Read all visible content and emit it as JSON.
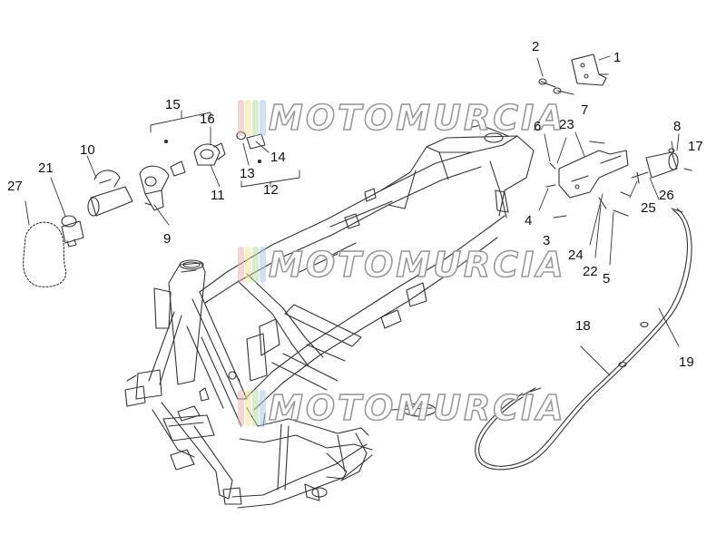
{
  "watermark": {
    "text": "MOTOMURCIA",
    "colors": [
      "#e8b4b4",
      "#f2e49a",
      "#b9dca0",
      "#aac8ea"
    ]
  },
  "callouts": {
    "c1": "1",
    "c2": "2",
    "c3": "3",
    "c4": "4",
    "c5": "5",
    "c6": "6",
    "c7": "7",
    "c8": "8",
    "c9": "9",
    "c10": "10",
    "c11": "11",
    "c12": "12",
    "c13": "13",
    "c14": "14",
    "c15": "15",
    "c16": "16",
    "c17": "17",
    "c18": "18",
    "c19": "19",
    "c21": "21",
    "c22": "22",
    "c23": "23",
    "c24": "24",
    "c25": "25",
    "c26": "26",
    "c27": "27"
  },
  "line_color": "#333333"
}
